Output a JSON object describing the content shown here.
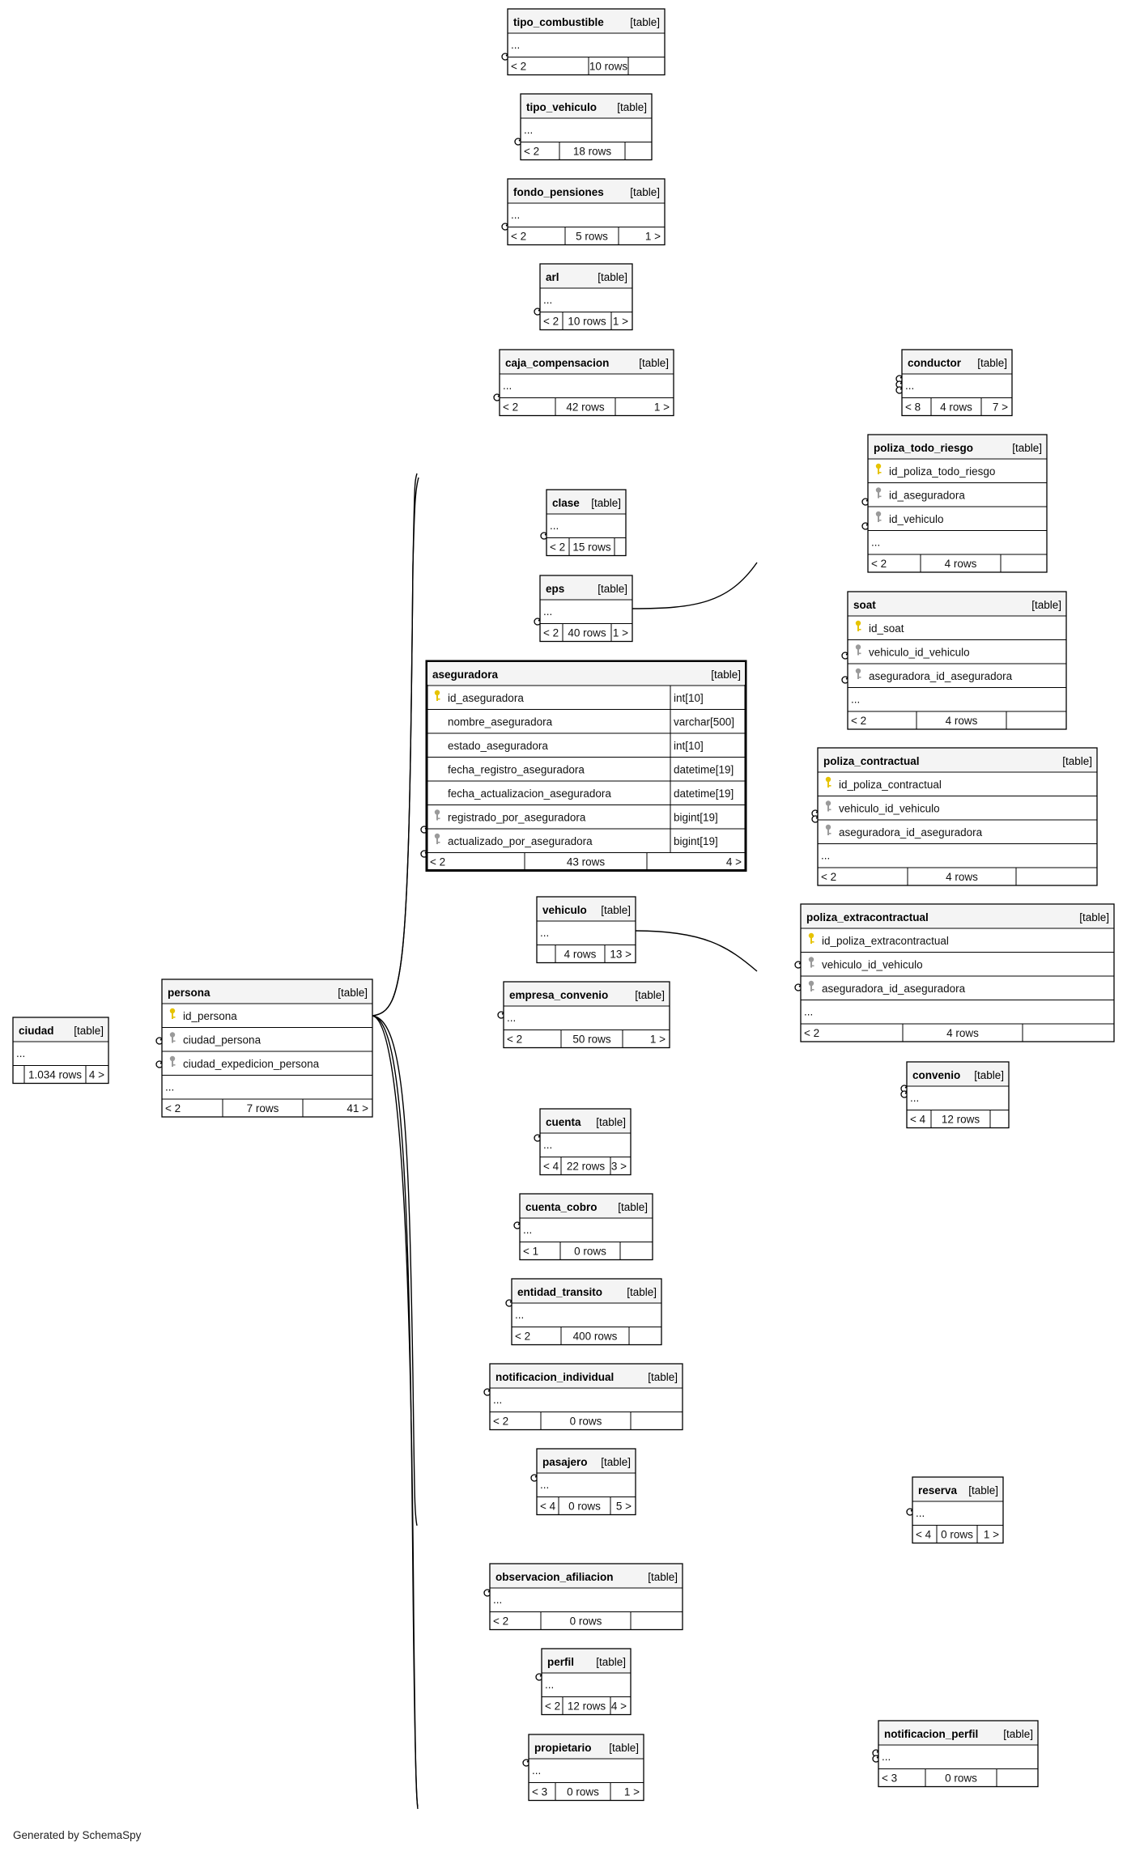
{
  "footer": "Generated by SchemaSpy",
  "type_label": "[table]",
  "colors": {
    "pk_key": "#e6c300",
    "fk_key": "#9a9a9a",
    "header_bg": "#f4f4f4",
    "border": "#000000"
  },
  "tables": [
    {
      "name": "tipo_combustible",
      "ellipsis": "...",
      "footer": {
        "left": "< 2",
        "mid": "10 rows",
        "right": ""
      }
    },
    {
      "name": "tipo_vehiculo",
      "ellipsis": "...",
      "footer": {
        "left": "< 2",
        "mid": "18 rows",
        "right": ""
      }
    },
    {
      "name": "fondo_pensiones",
      "ellipsis": "...",
      "footer": {
        "left": "< 2",
        "mid": "5 rows",
        "right": "1 >"
      }
    },
    {
      "name": "arl",
      "ellipsis": "...",
      "footer": {
        "left": "< 2",
        "mid": "10 rows",
        "right": "1 >"
      }
    },
    {
      "name": "caja_compensacion",
      "ellipsis": "...",
      "footer": {
        "left": "< 2",
        "mid": "42 rows",
        "right": "1 >"
      }
    },
    {
      "name": "clase",
      "ellipsis": "...",
      "footer": {
        "left": "< 2",
        "mid": "15 rows",
        "right": ""
      }
    },
    {
      "name": "eps",
      "ellipsis": "...",
      "footer": {
        "left": "< 2",
        "mid": "40 rows",
        "right": "1 >"
      }
    },
    {
      "name": "aseguradora",
      "ellipsis": "",
      "columns": [
        {
          "name": "id_aseguradora",
          "key": "pk",
          "type": "int[10]"
        },
        {
          "name": "nombre_aseguradora",
          "key": "",
          "type": "varchar[500]"
        },
        {
          "name": "estado_aseguradora",
          "key": "",
          "type": "int[10]"
        },
        {
          "name": "fecha_registro_aseguradora",
          "key": "",
          "type": "datetime[19]"
        },
        {
          "name": "fecha_actualizacion_aseguradora",
          "key": "",
          "type": "datetime[19]"
        },
        {
          "name": "registrado_por_aseguradora",
          "key": "fk",
          "type": "bigint[19]"
        },
        {
          "name": "actualizado_por_aseguradora",
          "key": "fk",
          "type": "bigint[19]"
        }
      ],
      "footer": {
        "left": "< 2",
        "mid": "43 rows",
        "right": "4 >"
      }
    },
    {
      "name": "vehiculo",
      "ellipsis": "...",
      "footer": {
        "left": "",
        "mid": "4 rows",
        "right": "13 >"
      }
    },
    {
      "name": "empresa_convenio",
      "ellipsis": "...",
      "footer": {
        "left": "< 2",
        "mid": "50 rows",
        "right": "1 >"
      }
    },
    {
      "name": "cuenta",
      "ellipsis": "...",
      "footer": {
        "left": "< 4",
        "mid": "22 rows",
        "right": "3 >"
      }
    },
    {
      "name": "cuenta_cobro",
      "ellipsis": "...",
      "footer": {
        "left": "< 1",
        "mid": "0 rows",
        "right": ""
      }
    },
    {
      "name": "entidad_transito",
      "ellipsis": "...",
      "footer": {
        "left": "< 2",
        "mid": "400 rows",
        "right": ""
      }
    },
    {
      "name": "notificacion_individual",
      "ellipsis": "...",
      "footer": {
        "left": "< 2",
        "mid": "0 rows",
        "right": ""
      }
    },
    {
      "name": "pasajero",
      "ellipsis": "...",
      "footer": {
        "left": "< 4",
        "mid": "0 rows",
        "right": "5 >"
      }
    },
    {
      "name": "observacion_afiliacion",
      "ellipsis": "...",
      "footer": {
        "left": "< 2",
        "mid": "0 rows",
        "right": ""
      }
    },
    {
      "name": "perfil",
      "ellipsis": "...",
      "footer": {
        "left": "< 2",
        "mid": "12 rows",
        "right": "4 >"
      }
    },
    {
      "name": "propietario",
      "ellipsis": "...",
      "footer": {
        "left": "< 3",
        "mid": "0 rows",
        "right": "1 >"
      }
    },
    {
      "name": "ciudad",
      "ellipsis": "...",
      "footer": {
        "left": "",
        "mid": "1.034 rows",
        "right": "4 >"
      }
    },
    {
      "name": "persona",
      "ellipsis": "...",
      "columns": [
        {
          "name": "id_persona",
          "key": "pk"
        },
        {
          "name": "ciudad_persona",
          "key": "fk"
        },
        {
          "name": "ciudad_expedicion_persona",
          "key": "fk"
        }
      ],
      "footer": {
        "left": "< 2",
        "mid": "7 rows",
        "right": "41 >"
      }
    },
    {
      "name": "conductor",
      "ellipsis": "...",
      "footer": {
        "left": "< 8",
        "mid": "4 rows",
        "right": "7 >"
      }
    },
    {
      "name": "poliza_todo_riesgo",
      "ellipsis": "...",
      "columns": [
        {
          "name": "id_poliza_todo_riesgo",
          "key": "pk"
        },
        {
          "name": "id_aseguradora",
          "key": "fk"
        },
        {
          "name": "id_vehiculo",
          "key": "fk"
        }
      ],
      "footer": {
        "left": "< 2",
        "mid": "4 rows",
        "right": ""
      }
    },
    {
      "name": "soat",
      "ellipsis": "...",
      "columns": [
        {
          "name": "id_soat",
          "key": "pk"
        },
        {
          "name": "vehiculo_id_vehiculo",
          "key": "fk"
        },
        {
          "name": "aseguradora_id_aseguradora",
          "key": "fk"
        }
      ],
      "footer": {
        "left": "< 2",
        "mid": "4 rows",
        "right": ""
      }
    },
    {
      "name": "poliza_contractual",
      "ellipsis": "...",
      "columns": [
        {
          "name": "id_poliza_contractual",
          "key": "pk"
        },
        {
          "name": "vehiculo_id_vehiculo",
          "key": "fk"
        },
        {
          "name": "aseguradora_id_aseguradora",
          "key": "fk"
        }
      ],
      "footer": {
        "left": "< 2",
        "mid": "4 rows",
        "right": ""
      }
    },
    {
      "name": "poliza_extracontractual",
      "ellipsis": "...",
      "columns": [
        {
          "name": "id_poliza_extracontractual",
          "key": "pk"
        },
        {
          "name": "vehiculo_id_vehiculo",
          "key": "fk"
        },
        {
          "name": "aseguradora_id_aseguradora",
          "key": "fk"
        }
      ],
      "footer": {
        "left": "< 2",
        "mid": "4 rows",
        "right": ""
      }
    },
    {
      "name": "convenio",
      "ellipsis": "...",
      "footer": {
        "left": "< 4",
        "mid": "12 rows",
        "right": ""
      }
    },
    {
      "name": "reserva",
      "ellipsis": "...",
      "footer": {
        "left": "< 4",
        "mid": "0 rows",
        "right": "1 >"
      }
    },
    {
      "name": "notificacion_perfil",
      "ellipsis": "...",
      "footer": {
        "left": "< 3",
        "mid": "0 rows",
        "right": ""
      }
    }
  ]
}
